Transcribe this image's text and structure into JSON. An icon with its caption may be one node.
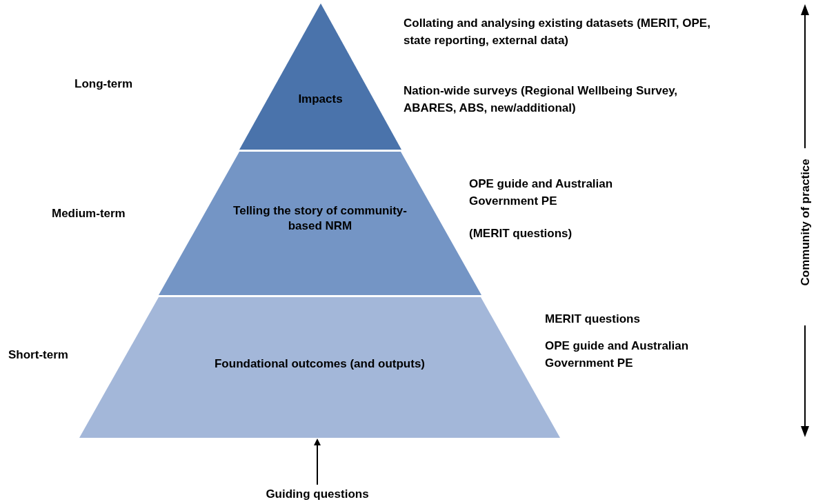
{
  "diagram": {
    "nodes": [
      {
        "text": [
          "Impacts"
        ]
      },
      {
        "text": [
          "Telling the story of community-based NRM"
        ]
      },
      {
        "text": [
          "Foundational outcomes (and outputs)"
        ]
      },
      {
        "text": [
          "Guiding questions"
        ]
      }
    ],
    "edges": [
      {
        "from": 3,
        "to": 2,
        "arrow": "to"
      }
    ],
    "labels": [
      "Long-term",
      "Collating and analysing existing datasets (MERIT, OPE,  state reporting, external data)",
      "Nation-wide surveys (Regional Wellbeing Survey, ABARES, ABS, new/additional)",
      "Community of practice",
      "Medium-term",
      "OPE guide and Australian Government PE",
      "(MERIT questions)",
      "MERIT questions",
      "Short-term",
      "OPE guide and Australian Government PE"
    ]
  }
}
